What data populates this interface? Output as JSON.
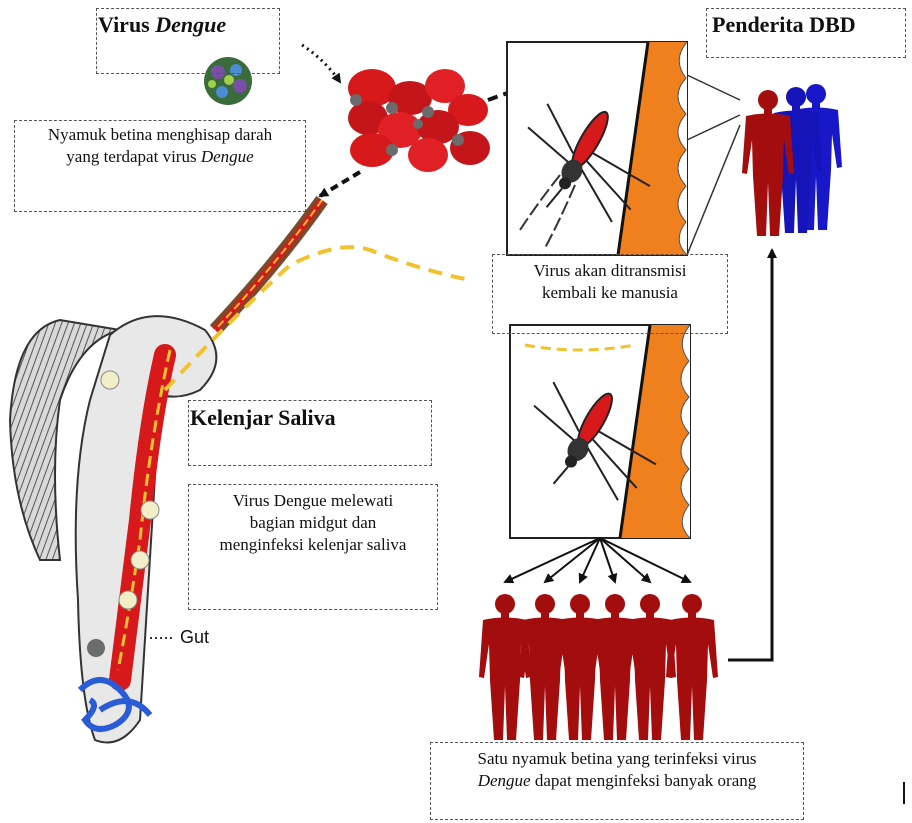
{
  "labels": {
    "virus_title_plain": "Virus ",
    "virus_title_italic": "Dengue",
    "patient_title": "Penderita DBD",
    "salivary_title": "Kelenjar Saliva",
    "gut": "Gut"
  },
  "captions": {
    "bite_line1": "Nyamuk betina menghisap darah",
    "bite_line2_plain": "yang terdapat virus ",
    "bite_line2_italic": "Dengue",
    "transmit_line1": "Virus akan ditransmisi",
    "transmit_line2": "kembali ke manusia",
    "midgut_line1": "Virus Dengue melewati",
    "midgut_line2": "bagian midgut dan",
    "midgut_line3": "menginfeksi kelenjar saliva",
    "many_line1": "Satu nyamuk betina yang terinfeksi virus",
    "many_line2_italic": "Dengue",
    "many_line2_plain": " dapat menginfeksi banyak orang"
  },
  "colors": {
    "blood_red": "#d7191c",
    "skin_orange": "#f07f1e",
    "human_dark_red": "#a30d0d",
    "human_blue": "#1818c8",
    "virus_gray": "#6b6b6b",
    "saliva_yellow": "#f2c12e",
    "gut_blue": "#2a5cd8"
  },
  "icons": {
    "virus": "virus-particle-icon",
    "human": "human-silhouette-icon",
    "mosquito": "mosquito-icon"
  }
}
